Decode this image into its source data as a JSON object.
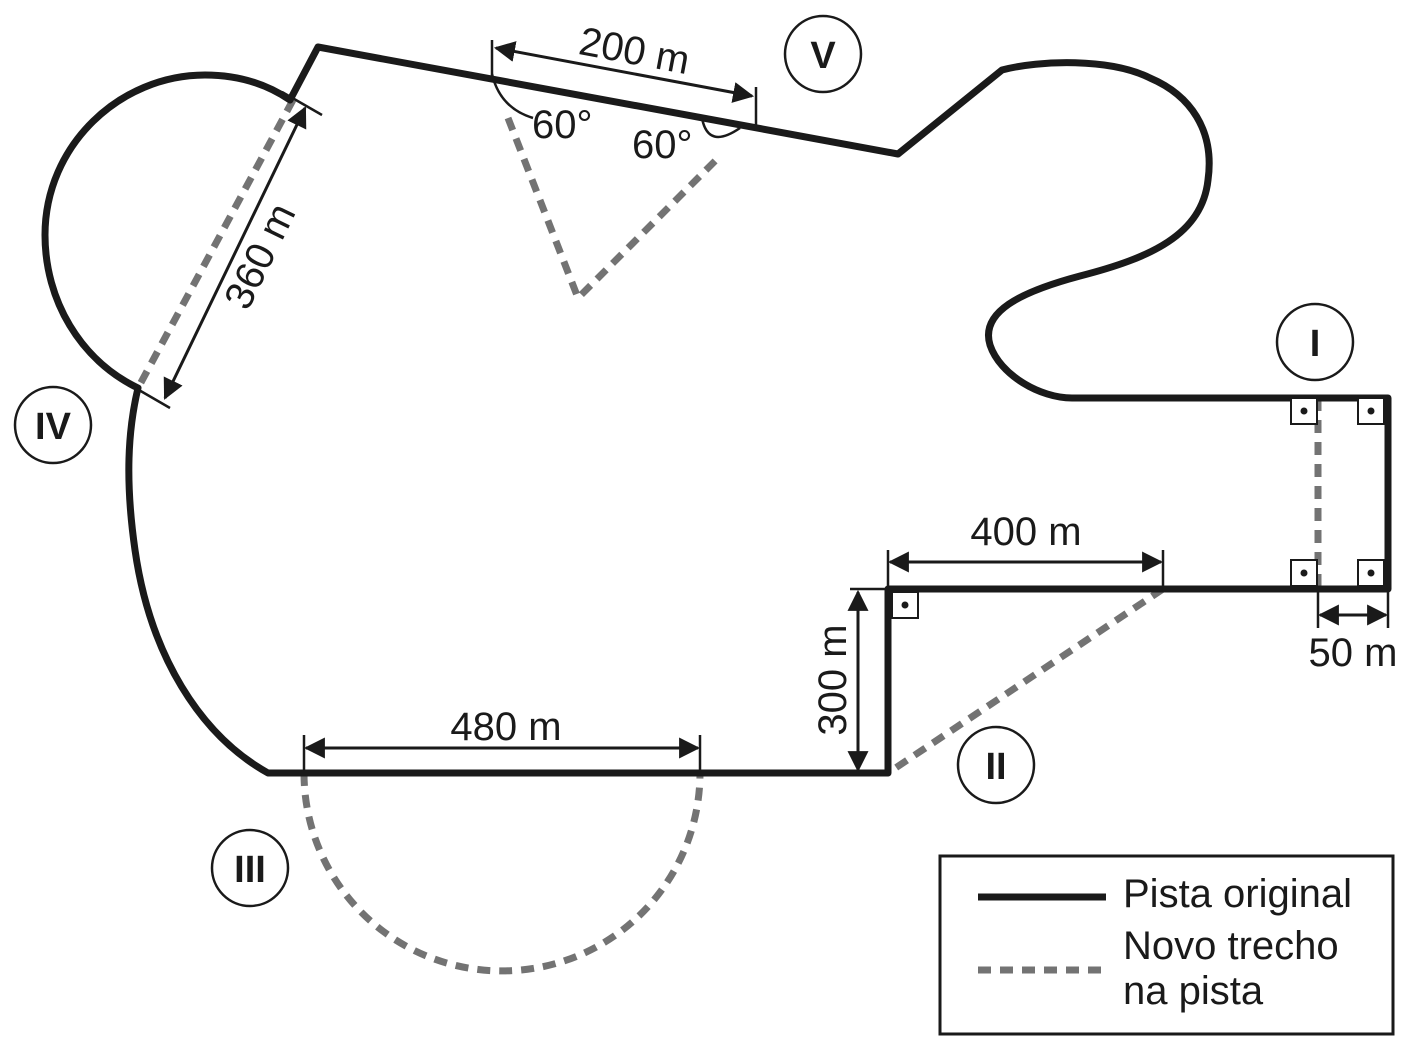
{
  "labels": {
    "section_I": "I",
    "section_II": "II",
    "section_III": "III",
    "section_IV": "IV",
    "section_V": "V"
  },
  "dimensions": {
    "d_200": "200 m",
    "d_360": "360 m",
    "d_400": "400 m",
    "d_300": "300 m",
    "d_480": "480 m",
    "d_50": "50 m",
    "angle_left": "60°",
    "angle_right": "60°"
  },
  "legend": {
    "original": "Pista original",
    "new_line1": "Novo trecho",
    "new_line2": "na pista"
  },
  "colors": {
    "original_track": "#1a1a1a",
    "new_track": "#737373"
  }
}
